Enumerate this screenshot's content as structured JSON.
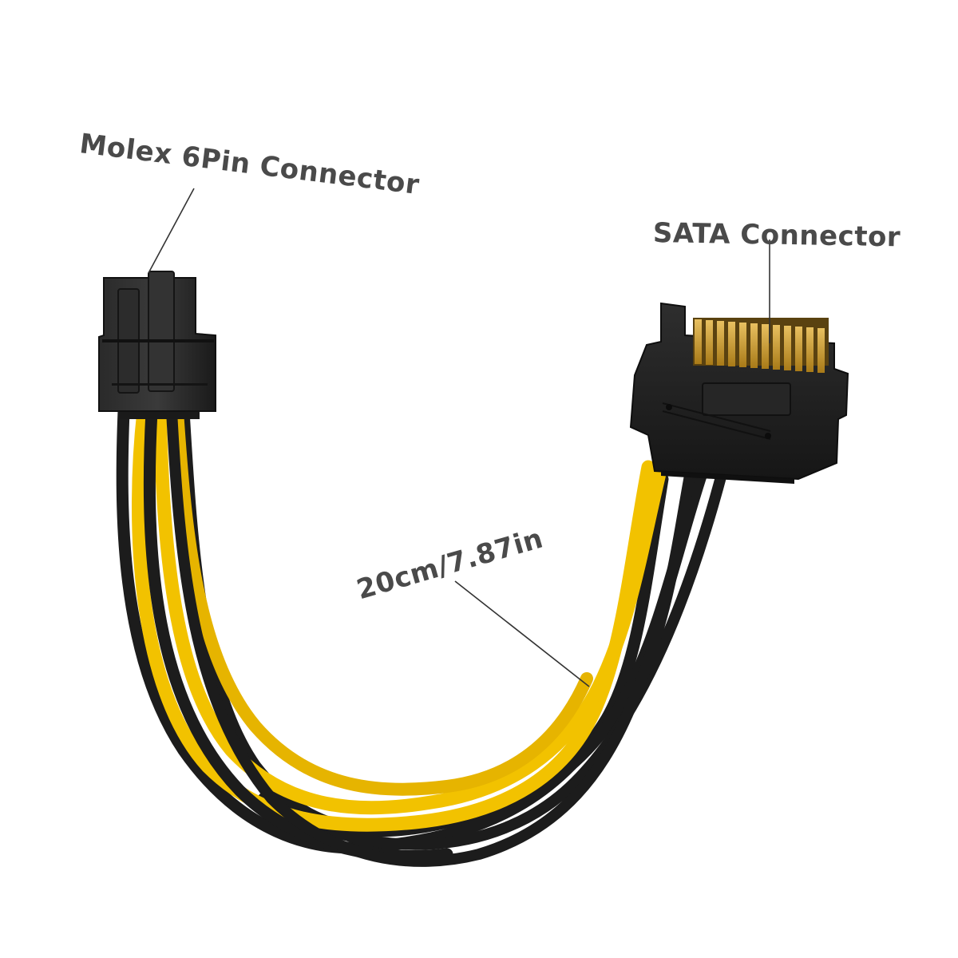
{
  "annotations": {
    "molex_label": "Molex 6Pin Connector",
    "sata_label": "SATA Connector",
    "length_label": "20cm/7.87in"
  },
  "colors": {
    "background": "#ffffff",
    "label_text": "#4a4a4a",
    "leader_line": "#333333",
    "wire_yellow": "#f2c200",
    "wire_black": "#1c1c1c",
    "connector_body": "#202020",
    "sata_pins": "#d4a020"
  }
}
